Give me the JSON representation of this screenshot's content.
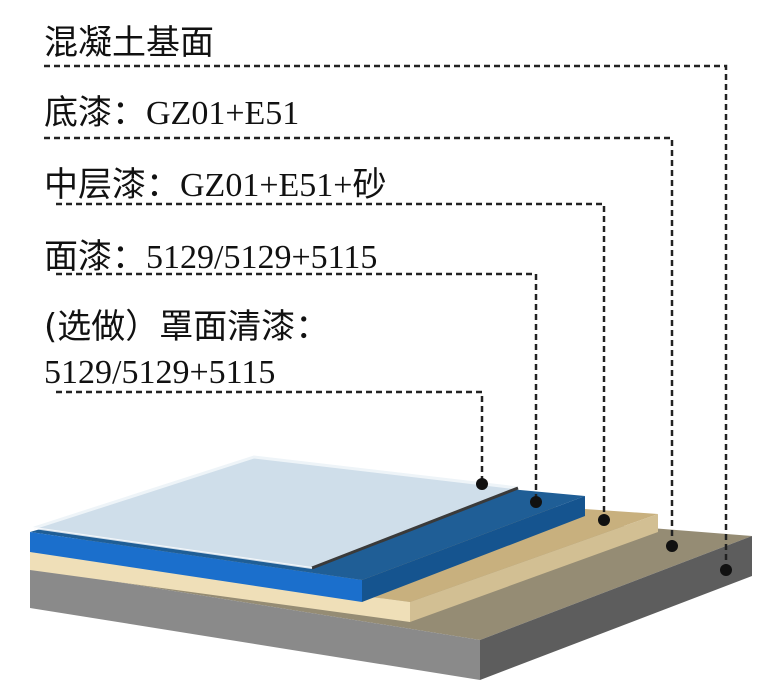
{
  "labels": {
    "base": {
      "cn": "混凝土基面",
      "code": ""
    },
    "primer": {
      "cn": "底漆：",
      "code": "GZ01+E51"
    },
    "middle": {
      "cn": "中层漆：",
      "code": "GZ01+E51+",
      "cn_tail": "砂"
    },
    "top": {
      "cn": "面漆：",
      "code": "5129/5129+5115"
    },
    "clear": {
      "cn": "(选做）罩面清漆：",
      "code": "5129/5129+5115"
    }
  },
  "colors": {
    "concrete_top": "#958c74",
    "concrete_front": "#8a8a8a",
    "concrete_side": "#5d5d5d",
    "middle_top": "#c8b07e",
    "middle_front": "#efdfb8",
    "blue_top": "#1f5e96",
    "blue_front": "#1b6fcc",
    "clear_top": "#cfdeea",
    "leader": "#222222"
  }
}
